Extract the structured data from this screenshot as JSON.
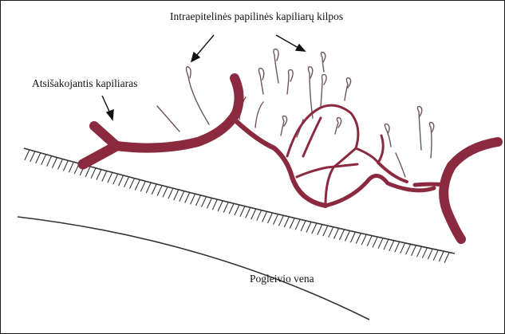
{
  "diagram": {
    "labels": {
      "loops": "Intraepitelinės papilinės kapiliarų kilpos",
      "branching_capillary": "Atsišakojantis kapiliaras",
      "submucosal_vein": "Pogleivio vena"
    },
    "colors": {
      "vessel": "#8b2a3e",
      "loop": "#6e5560",
      "epithelium": "#3a3a3a",
      "text": "#111111"
    }
  }
}
